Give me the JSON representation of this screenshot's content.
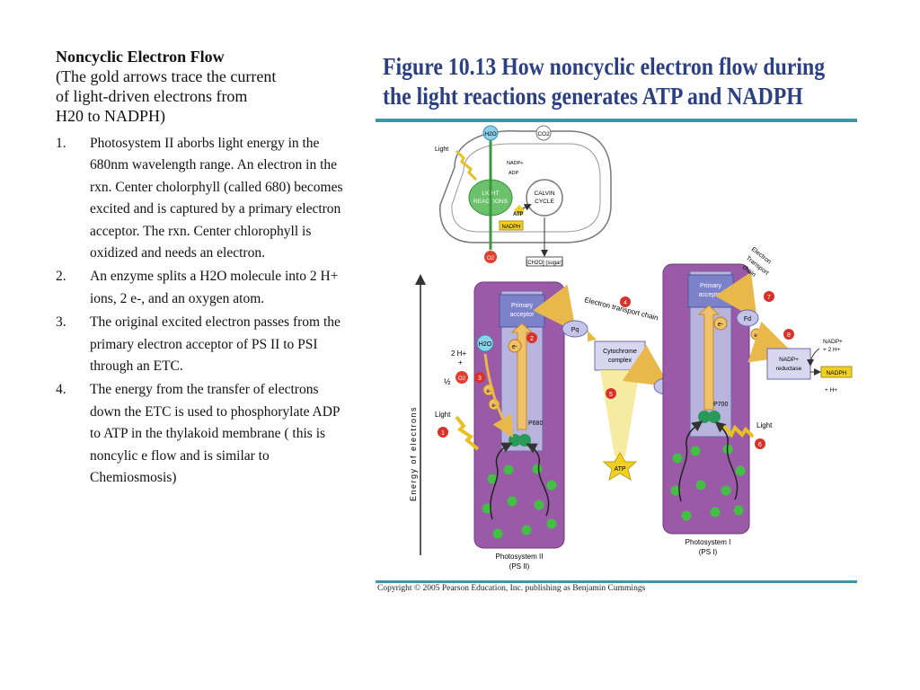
{
  "heading": {
    "title": "Noncyclic Electron Flow",
    "subtitle_lines": [
      "(The gold arrows trace the current",
      "of light-driven  electrons from",
      "H20 to NADPH)"
    ]
  },
  "steps": [
    {
      "num": "1.",
      "text": "Photosystem II aborbs light energy in the 680nm wavelength range. An electron in the rxn. Center cholorphyll   (called 680)  becomes excited and is captured by a primary electron acceptor. The rxn.  Center chlorophyll is oxidized and needs an electron."
    },
    {
      "num": "2.",
      "text": "An enzyme splits a H2O molecule into 2 H+ ions, 2 e-, and an oxygen atom."
    },
    {
      "num": "3.",
      "text": "The original excited electron passes from the primary electron acceptor of PS II to PSI through an ETC."
    },
    {
      "num": "4.",
      "text": "The energy from the transfer of electrons down the ETC is used to phosphorylate ADP to ATP in the thylakoid  membrane ( this is noncylic e flow and is similar to Chemiosmosis)"
    }
  ],
  "figure": {
    "title_lines": [
      "Figure 10.13 How noncyclic electron flow during",
      "the light reactions generates ATP and NADPH"
    ],
    "copyright": "Copyright © 2005 Pearson Education, Inc. publishing as Benjamin Cummings",
    "overview": {
      "h2o": "H2O",
      "co2": "CO2",
      "light": "Light",
      "nadp": "NADP+",
      "adp": "ADP",
      "light_reactions": [
        "LIGHT",
        "REACTIONS"
      ],
      "calvin": [
        "CALVIN",
        "CYCLE"
      ],
      "atp": "ATP",
      "nadph": "NADPH",
      "o2": "O2",
      "sugar": "[CH2O] (sugar)"
    },
    "axis_label": "Energy of electrons",
    "ps2": {
      "primary_acceptor": [
        "Primary",
        "acceptor"
      ],
      "h2o": "H2O",
      "two_h": "2 H+",
      "plus": "+",
      "half": "½",
      "o2": "O2",
      "e": "e-",
      "p680": "P680",
      "light": "Light",
      "label": [
        "Photosystem II",
        "(PS II)"
      ]
    },
    "etc": {
      "label": "Electron transport chain",
      "pq": "Pq",
      "cytochrome": [
        "Cytochrome",
        "complex"
      ],
      "pc": "Pc",
      "atp": "ATP"
    },
    "ps1": {
      "primary_acceptor": [
        "Primary",
        "acceptor"
      ],
      "e": "e-",
      "p700": "P700",
      "light": "Light",
      "label": [
        "Photosystem I",
        "(PS I)"
      ],
      "etc_label": [
        "Electron",
        "Transport",
        "chain"
      ],
      "fd": "Fd",
      "nadp_reductase": [
        "NADP+",
        "reductase"
      ],
      "nadp_plus": [
        "NADP+",
        "+ 2 H+"
      ],
      "nadph": "NADPH",
      "h_plus": "+ H+"
    },
    "steps": [
      "1",
      "2",
      "3",
      "4",
      "5",
      "6",
      "7",
      "8"
    ]
  }
}
